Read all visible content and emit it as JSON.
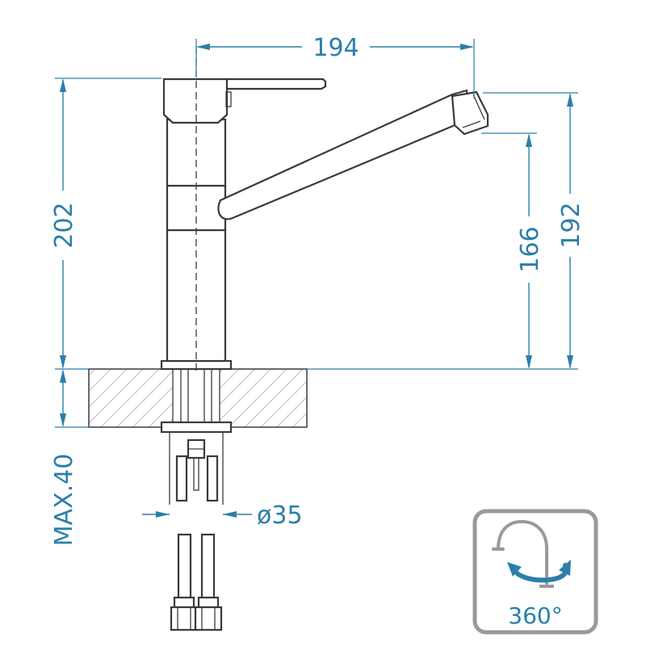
{
  "dimensions": {
    "spout_reach": "194",
    "total_height": "202",
    "spout_top_height": "192",
    "spout_outlet_height": "166",
    "max_counter_thickness": "MAX.40",
    "hole_diameter": "ø35"
  },
  "rotation_badge": {
    "label": "360°",
    "icon": "swivel-rotation-icon"
  },
  "colors": {
    "dimension_blue": "#2b7fa8",
    "line_dark": "#3a3a3a",
    "hatch_grey": "#8a8a8a",
    "badge_border": "#9a9a9a"
  }
}
